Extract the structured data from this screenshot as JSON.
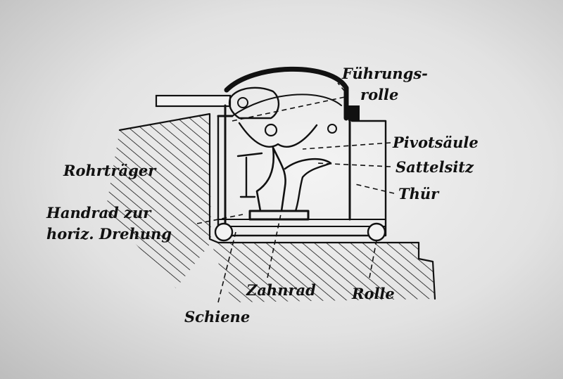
{
  "labels": {
    "fuehrungsrolle_1": "Führungs-",
    "fuehrungsrolle_2": "rolle",
    "pivotsaeule": "Pivotsäule",
    "sattelsitz": "Sattelsitz",
    "thuer": "Thür",
    "rohrtraeger": "Rohrträger",
    "handrad_1": "Handrad zur",
    "handrad_2": "horiz. Drehung",
    "zahnrad": "Zahnrad",
    "rolle": "Rolle",
    "schiene": "Schiene"
  },
  "colors": {
    "ink": "#111111",
    "paper": "#e6e6e6"
  }
}
